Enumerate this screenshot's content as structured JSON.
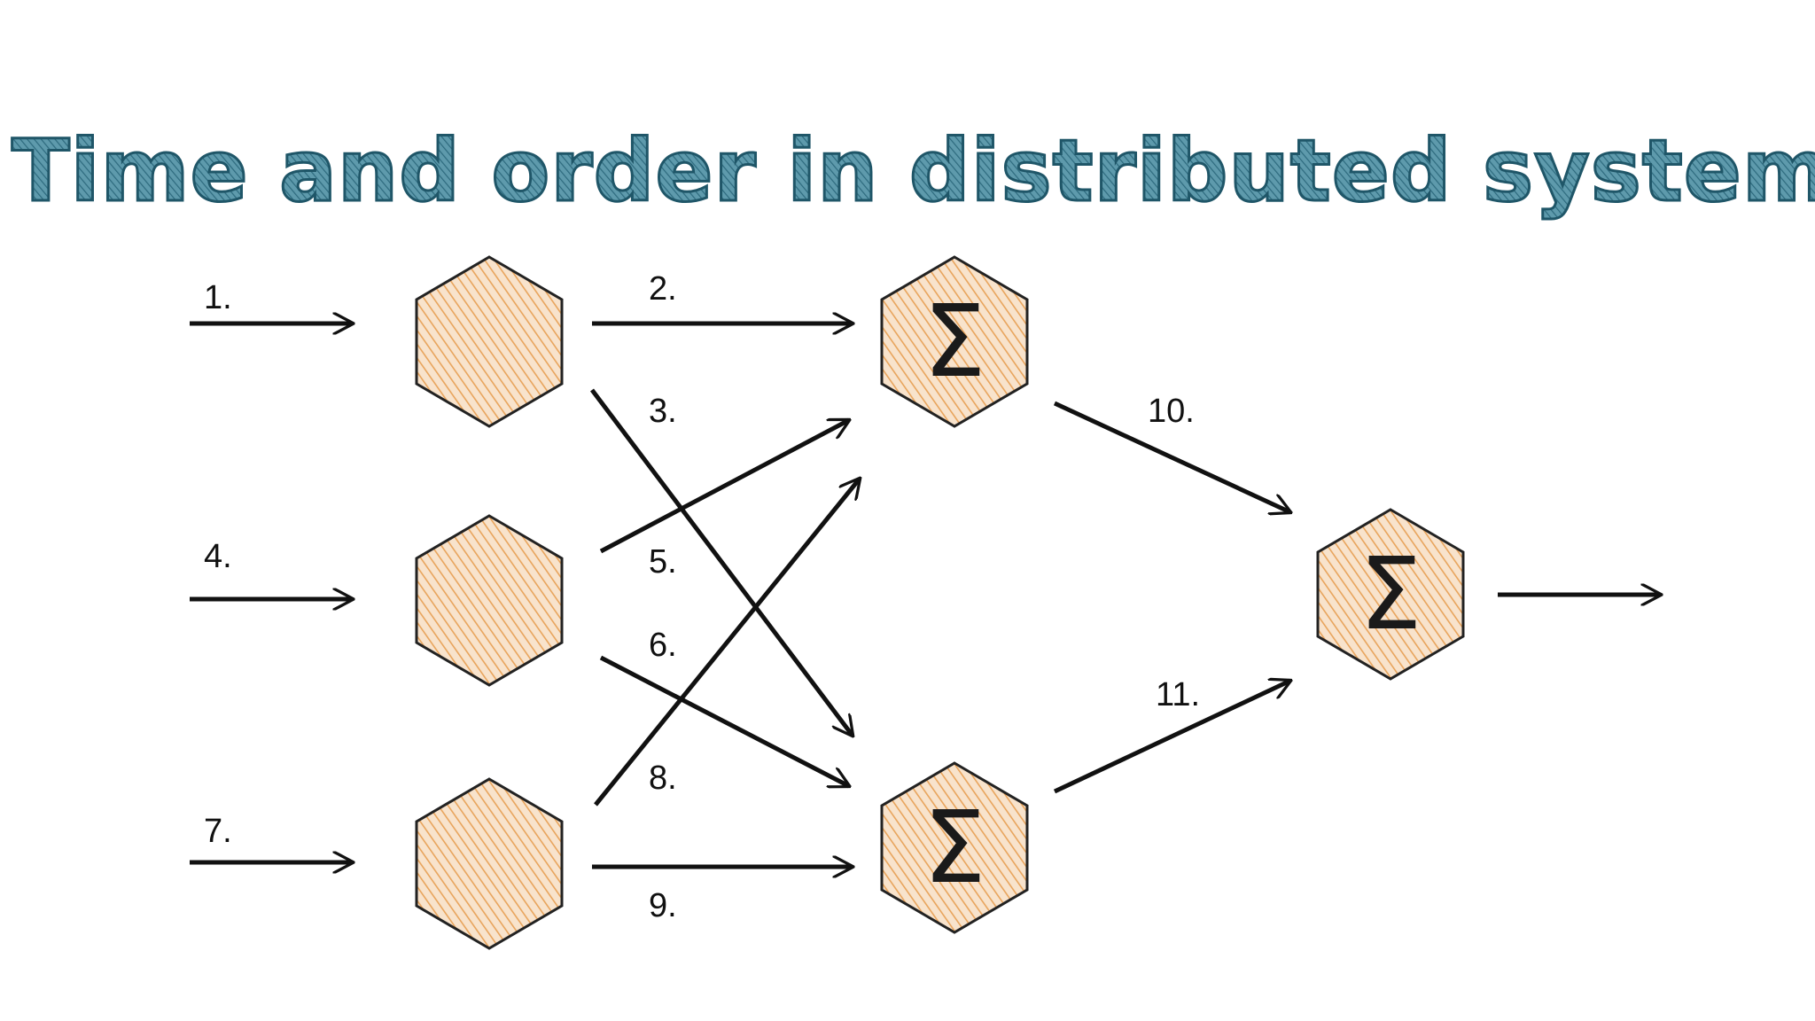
{
  "title": "Time and order in distributed system",
  "colors": {
    "title_fill": "#3d7d90",
    "title_stroke": "#1f5668",
    "hex_fill": "#f6dcc0",
    "hex_hatch": "#e8a45c",
    "hex_stroke": "#222222",
    "arrow": "#111111"
  },
  "nodes": [
    {
      "id": "in-1",
      "symbol": ""
    },
    {
      "id": "in-2",
      "symbol": ""
    },
    {
      "id": "in-3",
      "symbol": ""
    },
    {
      "id": "sum-top",
      "symbol": "Σ"
    },
    {
      "id": "sum-bottom",
      "symbol": "Σ"
    },
    {
      "id": "sum-final",
      "symbol": "Σ"
    }
  ],
  "edges": [
    {
      "label": "1.",
      "from": "input",
      "to": "in-1"
    },
    {
      "label": "2.",
      "from": "in-1",
      "to": "sum-top"
    },
    {
      "label": "3.",
      "from": "in-1",
      "to": "sum-bottom"
    },
    {
      "label": "4.",
      "from": "input",
      "to": "in-2"
    },
    {
      "label": "5.",
      "from": "in-2",
      "to": "sum-top"
    },
    {
      "label": "6.",
      "from": "in-2",
      "to": "sum-bottom"
    },
    {
      "label": "7.",
      "from": "input",
      "to": "in-3"
    },
    {
      "label": "8.",
      "from": "in-3",
      "to": "sum-top"
    },
    {
      "label": "9.",
      "from": "in-3",
      "to": "sum-bottom"
    },
    {
      "label": "10.",
      "from": "sum-top",
      "to": "sum-final"
    },
    {
      "label": "11.",
      "from": "sum-bottom",
      "to": "sum-final"
    },
    {
      "label": "",
      "from": "sum-final",
      "to": "output"
    }
  ]
}
